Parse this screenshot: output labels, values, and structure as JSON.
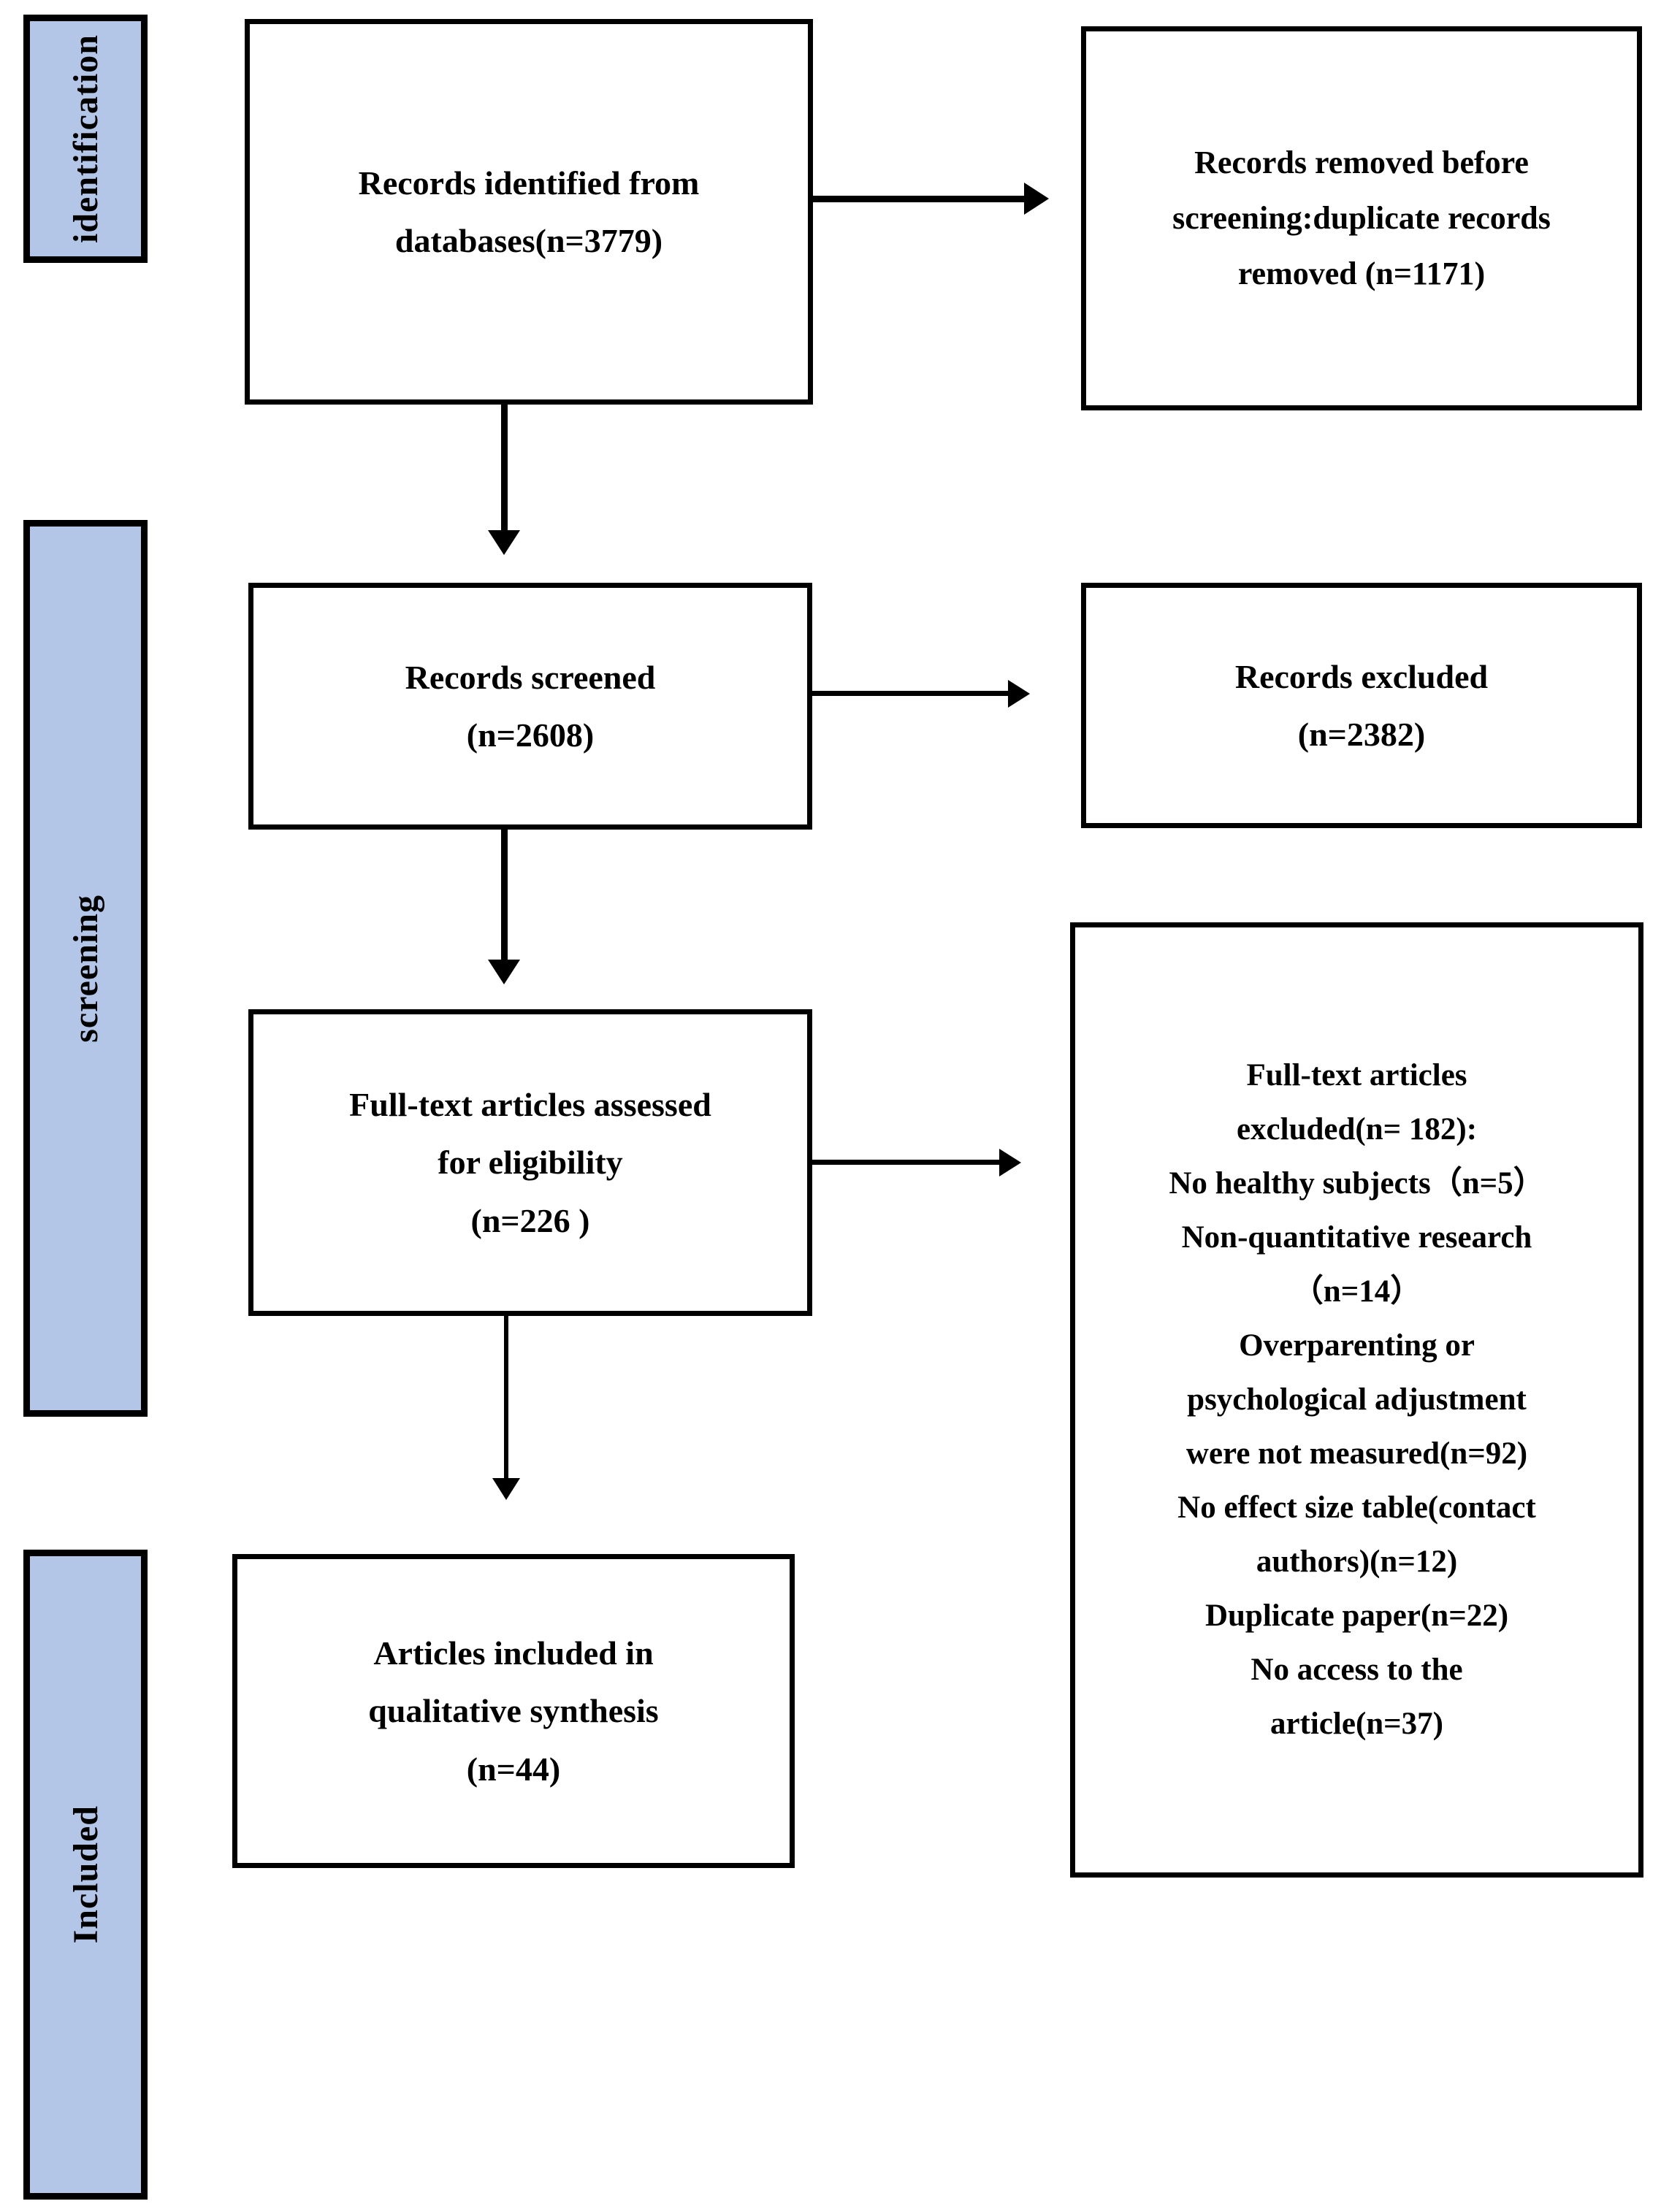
{
  "diagram": {
    "type": "prisma-flow-diagram",
    "stages": [
      {
        "id": "identification",
        "label": "identification"
      },
      {
        "id": "screening",
        "label": "screening"
      },
      {
        "id": "included",
        "label": "Included"
      }
    ],
    "boxes": {
      "identified": {
        "lines": [
          "Records identified from",
          "databases(n=3779)"
        ]
      },
      "removed_before_screening": {
        "lines": [
          "Records removed before",
          "screening:duplicate records",
          "removed    (n=1171)"
        ]
      },
      "screened": {
        "lines": [
          "Records screened",
          "(n=2608)"
        ]
      },
      "records_excluded": {
        "lines": [
          "Records excluded",
          "(n=2382)"
        ]
      },
      "fulltext_assessed": {
        "lines": [
          "Full-text articles assessed",
          "for eligibility",
          "(n=226 )"
        ]
      },
      "fulltext_excluded": {
        "lines": [
          "Full-text articles",
          "excluded(n= 182):",
          "No healthy subjects（n=5）",
          "Non-quantitative research",
          "（n=14）",
          "Overparenting or",
          "psychological adjustment",
          "were not measured(n=92)",
          "No effect size table(contact",
          "authors)(n=12)",
          "Duplicate paper(n=22)",
          "No access to the",
          "article(n=37)"
        ]
      },
      "included_qualitative": {
        "lines": [
          "Articles included in",
          "qualitative synthesis",
          "(n=44)"
        ]
      }
    },
    "counts": {
      "records_identified": 3779,
      "duplicates_removed": 1171,
      "records_screened": 2608,
      "records_excluded": 2382,
      "fulltext_assessed": 226,
      "fulltext_excluded_total": 182,
      "no_healthy_subjects": 5,
      "non_quantitative_research": 14,
      "constructs_not_measured": 92,
      "no_effect_size_table": 12,
      "duplicate_paper": 22,
      "no_access_to_article": 37,
      "articles_included": 44
    },
    "colors": {
      "stage_bar_fill": "#b4c6e7",
      "border": "#000000",
      "box_fill": "#ffffff",
      "text": "#000000"
    }
  }
}
